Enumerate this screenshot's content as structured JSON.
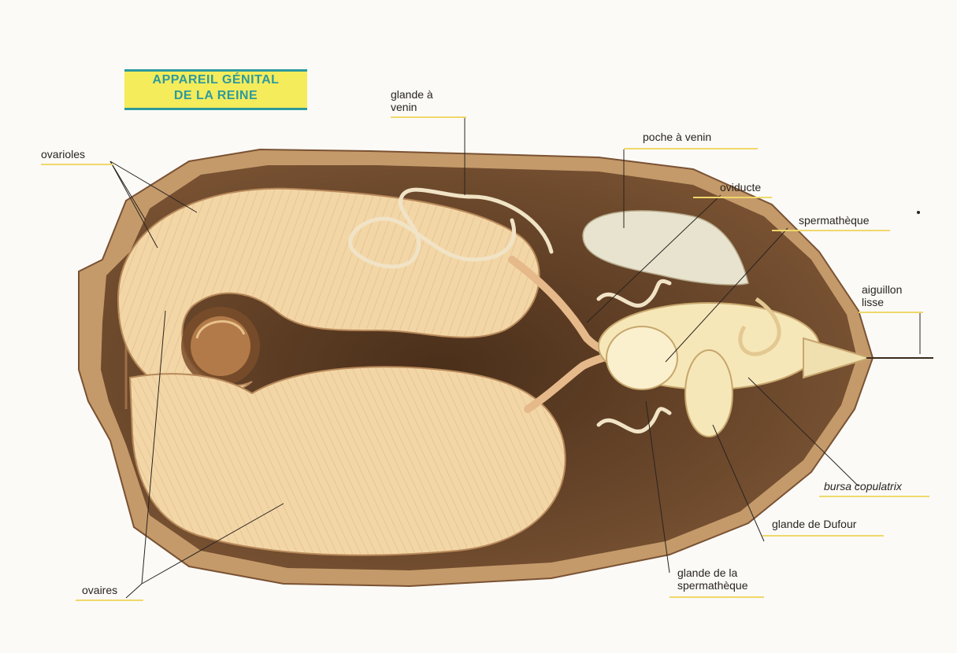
{
  "title": {
    "line1": "APPAREIL GÉNITAL",
    "line2": "DE LA REINE"
  },
  "labels": {
    "glande_venin": "glande à\nvenin",
    "poche_venin": "poche à venin",
    "ovarioles": "ovarioles",
    "oviducte": "oviducte",
    "spermatheque": "spermathèque",
    "aiguillon": "aiguillon\nlisse",
    "bursa": "bursa copulatrix",
    "dufour": "glande de Dufour",
    "glande_spermatheque": "glande de la\nspermathèque",
    "ovaires": "ovaires"
  },
  "colors": {
    "title_bg": "#f4ec5a",
    "title_text": "#2e9a9c",
    "label_underline": "#efd86a",
    "shell": "#6e4a2c",
    "ovary": "#f3d6a6"
  }
}
